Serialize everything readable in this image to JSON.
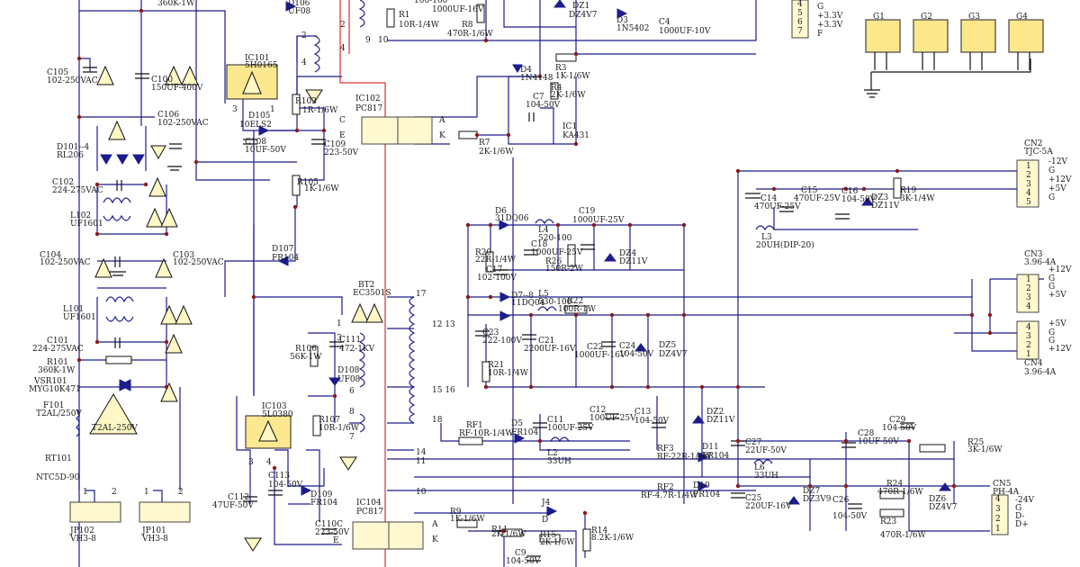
{
  "labels": [
    {
      "id": "r-360k-top",
      "text": "360K-1W"
    },
    {
      "id": "d106",
      "text": "D106"
    },
    {
      "id": "uf08-a",
      "text": "UF08"
    },
    {
      "id": "r1",
      "text": "R1"
    },
    {
      "id": "r1v",
      "text": "10R-1/4W"
    },
    {
      "id": "c100-top",
      "text": "100-100"
    },
    {
      "id": "c1000-top",
      "text": "1000UF-16V"
    },
    {
      "id": "r8",
      "text": "R8"
    },
    {
      "id": "r8v",
      "text": "470R-1/6W"
    },
    {
      "id": "dz1",
      "text": "DZ1"
    },
    {
      "id": "dz1v",
      "text": "DZ4V7"
    },
    {
      "id": "d3",
      "text": "D3"
    },
    {
      "id": "d3v",
      "text": "1N5402"
    },
    {
      "id": "c4",
      "text": "C4"
    },
    {
      "id": "c4v",
      "text": "1000UF-10V"
    },
    {
      "id": "p4",
      "text": "4"
    },
    {
      "id": "p5",
      "text": "5"
    },
    {
      "id": "p6",
      "text": "6"
    },
    {
      "id": "p7",
      "text": "7"
    },
    {
      "id": "p3",
      "text": "3"
    },
    {
      "id": "sg1",
      "text": "G"
    },
    {
      "id": "s33a",
      "text": "+3.3V"
    },
    {
      "id": "s33b",
      "text": "+3.3V"
    },
    {
      "id": "sf",
      "text": "F"
    },
    {
      "id": "g1",
      "text": "G1"
    },
    {
      "id": "g2",
      "text": "G2"
    },
    {
      "id": "g3",
      "text": "G3"
    },
    {
      "id": "g4",
      "text": "G4"
    },
    {
      "id": "c105",
      "text": "C105"
    },
    {
      "id": "c105v",
      "text": "102-250VAC"
    },
    {
      "id": "c100",
      "text": "C100"
    },
    {
      "id": "c100v",
      "text": "150UF-400V"
    },
    {
      "id": "ic101",
      "text": "IC101"
    },
    {
      "id": "ic101v",
      "text": "5H0165"
    },
    {
      "id": "t9",
      "text": "9"
    },
    {
      "id": "t10",
      "text": "10"
    },
    {
      "id": "t2",
      "text": "2"
    },
    {
      "id": "t4",
      "text": "4"
    },
    {
      "id": "d4",
      "text": "D4"
    },
    {
      "id": "d4v",
      "text": "1N4148"
    },
    {
      "id": "r3",
      "text": "R3"
    },
    {
      "id": "r3v",
      "text": "1K-1/6W"
    },
    {
      "id": "r4",
      "text": "R4"
    },
    {
      "id": "r4v",
      "text": "2K-1/6W"
    },
    {
      "id": "c7",
      "text": "C7"
    },
    {
      "id": "c7v",
      "text": "104-50V"
    },
    {
      "id": "ic1",
      "text": "IC1"
    },
    {
      "id": "ic1v",
      "text": "KA431"
    },
    {
      "id": "r7",
      "text": "R7"
    },
    {
      "id": "r7v",
      "text": "2K-1/6W"
    },
    {
      "id": "c106",
      "text": "C106"
    },
    {
      "id": "c106v",
      "text": "102-250VAC"
    },
    {
      "id": "d105",
      "text": "D105"
    },
    {
      "id": "d105v",
      "text": "10ELS2"
    },
    {
      "id": "r103",
      "text": "R103"
    },
    {
      "id": "r103v",
      "text": "1R-1/6W"
    },
    {
      "id": "ic102",
      "text": "IC102"
    },
    {
      "id": "ic102v",
      "text": "PC817"
    },
    {
      "id": "pc",
      "text": "C"
    },
    {
      "id": "pe",
      "text": "E"
    },
    {
      "id": "pa",
      "text": "A"
    },
    {
      "id": "pk",
      "text": "K"
    },
    {
      "id": "c108",
      "text": "C108"
    },
    {
      "id": "c108v",
      "text": "10UF-50V"
    },
    {
      "id": "c109",
      "text": "C109"
    },
    {
      "id": "c109v",
      "text": "223-50V"
    },
    {
      "id": "d101",
      "text": "D101--4"
    },
    {
      "id": "d101v",
      "text": "RL206"
    },
    {
      "id": "c102",
      "text": "C102"
    },
    {
      "id": "c102v",
      "text": "224-275VAC"
    },
    {
      "id": "r105",
      "text": "R105"
    },
    {
      "id": "r105v",
      "text": "1K-1/6W"
    },
    {
      "id": "cn2",
      "text": "CN2"
    },
    {
      "id": "cn2v",
      "text": "TJC-5A"
    },
    {
      "id": "cn2a",
      "text": "-12V"
    },
    {
      "id": "cn2b",
      "text": "G"
    },
    {
      "id": "cn2c",
      "text": "+12V"
    },
    {
      "id": "cn2d",
      "text": "+5V"
    },
    {
      "id": "cn2e",
      "text": "G"
    },
    {
      "id": "c14",
      "text": "C14"
    },
    {
      "id": "c14v",
      "text": "470UF-25V"
    },
    {
      "id": "c15",
      "text": "C15"
    },
    {
      "id": "c15v",
      "text": "470UF-25V"
    },
    {
      "id": "c16",
      "text": "C16"
    },
    {
      "id": "c16v",
      "text": "104-50V"
    },
    {
      "id": "dz3",
      "text": "DZ3"
    },
    {
      "id": "dz3v",
      "text": "DZ11V"
    },
    {
      "id": "r19",
      "text": "R19"
    },
    {
      "id": "r19v",
      "text": "3K-1/4W"
    },
    {
      "id": "l3",
      "text": "L3"
    },
    {
      "id": "l3v",
      "text": "20UH(DIP-20)"
    },
    {
      "id": "l102",
      "text": "L102"
    },
    {
      "id": "l102v",
      "text": "UF1601"
    },
    {
      "id": "d6",
      "text": "D6"
    },
    {
      "id": "d6v",
      "text": "31DQ06"
    },
    {
      "id": "l4",
      "text": "L4"
    },
    {
      "id": "l4v",
      "text": "520-100"
    },
    {
      "id": "c19",
      "text": "C19"
    },
    {
      "id": "c19v",
      "text": "1000UF-25V"
    },
    {
      "id": "r20",
      "text": "R20"
    },
    {
      "id": "r20v",
      "text": "22R-1/4W"
    },
    {
      "id": "c18",
      "text": "C18"
    },
    {
      "id": "c18v",
      "text": "1000UF-25V"
    },
    {
      "id": "r26",
      "text": "R26"
    },
    {
      "id": "r26v",
      "text": "150R-2W"
    },
    {
      "id": "dz4",
      "text": "DZ4"
    },
    {
      "id": "dz4v",
      "text": "DZ11V"
    },
    {
      "id": "c104",
      "text": "C104"
    },
    {
      "id": "c104v",
      "text": "102-250VAC"
    },
    {
      "id": "c103",
      "text": "C103"
    },
    {
      "id": "c103v",
      "text": "102-250VAC"
    },
    {
      "id": "d107",
      "text": "D107"
    },
    {
      "id": "d107v",
      "text": "FR104"
    },
    {
      "id": "c17",
      "text": "C17"
    },
    {
      "id": "c17v",
      "text": "102-100V"
    },
    {
      "id": "cn3",
      "text": "CN3"
    },
    {
      "id": "cn3v",
      "text": "3.96-4A"
    },
    {
      "id": "cn3a",
      "text": "+12V"
    },
    {
      "id": "cn3b",
      "text": "G"
    },
    {
      "id": "cn3c",
      "text": "G"
    },
    {
      "id": "cn3d",
      "text": "+5V"
    },
    {
      "id": "bt2",
      "text": "BT2"
    },
    {
      "id": "bt2v",
      "text": "EC3501S"
    },
    {
      "id": "n17",
      "text": "17"
    },
    {
      "id": "d78",
      "text": "D7--8"
    },
    {
      "id": "d78v",
      "text": "11DQ04"
    },
    {
      "id": "l5",
      "text": "L5"
    },
    {
      "id": "l5v",
      "text": "530-100"
    },
    {
      "id": "r22",
      "text": "R22"
    },
    {
      "id": "r22v",
      "text": "100R-1W"
    },
    {
      "id": "l101",
      "text": "L101"
    },
    {
      "id": "l101v",
      "text": "UF1601"
    },
    {
      "id": "n1213",
      "text": "12 13"
    },
    {
      "id": "c23",
      "text": "C23"
    },
    {
      "id": "c23v",
      "text": "222-100V"
    },
    {
      "id": "c21",
      "text": "C21"
    },
    {
      "id": "c21v",
      "text": "2200UF-16V"
    },
    {
      "id": "c22",
      "text": "C22"
    },
    {
      "id": "c22v",
      "text": "1000UF-16V"
    },
    {
      "id": "c24",
      "text": "C24"
    },
    {
      "id": "c24v",
      "text": "104-50V"
    },
    {
      "id": "dz5",
      "text": "DZ5"
    },
    {
      "id": "dz5v",
      "text": "DZ4V7"
    },
    {
      "id": "cn4a",
      "text": "+5V"
    },
    {
      "id": "cn4b",
      "text": "G"
    },
    {
      "id": "cn4c",
      "text": "G"
    },
    {
      "id": "cn4d",
      "text": "+12V"
    },
    {
      "id": "cn4",
      "text": "CN4"
    },
    {
      "id": "cn4v",
      "text": "3.96-4A"
    },
    {
      "id": "c101",
      "text": "C101"
    },
    {
      "id": "c101v",
      "text": "224-275VAC"
    },
    {
      "id": "c111",
      "text": "C111"
    },
    {
      "id": "c111v",
      "text": "472-1KV"
    },
    {
      "id": "r106",
      "text": "R106"
    },
    {
      "id": "r106v",
      "text": "56K-1W"
    },
    {
      "id": "d108",
      "text": "D108"
    },
    {
      "id": "uf08-b",
      "text": "UF08"
    },
    {
      "id": "r21",
      "text": "R21"
    },
    {
      "id": "r21v",
      "text": "10R-1/4W"
    },
    {
      "id": "r101",
      "text": "R101"
    },
    {
      "id": "r101v",
      "text": "360K-1W"
    },
    {
      "id": "vsr101",
      "text": "VSR101"
    },
    {
      "id": "vsr101v",
      "text": "MYG10K471"
    },
    {
      "id": "n1516",
      "text": "15 16"
    },
    {
      "id": "f101",
      "text": "F101"
    },
    {
      "id": "f101v",
      "text": "T2AL/250V"
    },
    {
      "id": "ic103",
      "text": "IC103"
    },
    {
      "id": "ic103v",
      "text": "5L0380"
    },
    {
      "id": "c12",
      "text": "C12"
    },
    {
      "id": "c12v",
      "text": "100UF-25V"
    },
    {
      "id": "c13",
      "text": "C13"
    },
    {
      "id": "c13v",
      "text": "104-50V"
    },
    {
      "id": "dz2",
      "text": "DZ2"
    },
    {
      "id": "dz2v",
      "text": "DZ11V"
    },
    {
      "id": "c29",
      "text": "C29"
    },
    {
      "id": "c29v",
      "text": "104-50V"
    },
    {
      "id": "n18",
      "text": "18"
    },
    {
      "id": "rf1",
      "text": "RF1"
    },
    {
      "id": "rf1v",
      "text": "RF-10R-1/4W"
    },
    {
      "id": "d5",
      "text": "D5"
    },
    {
      "id": "d5v",
      "text": "FR104"
    },
    {
      "id": "c11",
      "text": "C11"
    },
    {
      "id": "c11v",
      "text": "100UF-25V"
    },
    {
      "id": "d11",
      "text": "D11"
    },
    {
      "id": "d11v",
      "text": "FR104"
    },
    {
      "id": "c27",
      "text": "C27"
    },
    {
      "id": "c27v",
      "text": "22UF-50V"
    },
    {
      "id": "c28",
      "text": "C28"
    },
    {
      "id": "c28v",
      "text": "10UF-50V"
    },
    {
      "id": "r25",
      "text": "R25"
    },
    {
      "id": "r25v",
      "text": "3K-1/6W"
    },
    {
      "id": "fuse-sym",
      "text": "T2AL-250V"
    },
    {
      "id": "r107",
      "text": "R107"
    },
    {
      "id": "r107v",
      "text": "10R-1/6W"
    },
    {
      "id": "n14",
      "text": "14"
    },
    {
      "id": "l2",
      "text": "L2"
    },
    {
      "id": "l2v",
      "text": "33UH"
    },
    {
      "id": "rf3",
      "text": "RF3"
    },
    {
      "id": "rf3v",
      "text": "RF-22R-1/4W"
    },
    {
      "id": "l6",
      "text": "L6"
    },
    {
      "id": "l6v",
      "text": "33UH"
    },
    {
      "id": "n11",
      "text": "11"
    },
    {
      "id": "rt101",
      "text": "RT101"
    },
    {
      "id": "rt101v",
      "text": "NTC5D-90"
    },
    {
      "id": "c113",
      "text": "C113"
    },
    {
      "id": "c113v",
      "text": "104-50V"
    },
    {
      "id": "rf2",
      "text": "RF2"
    },
    {
      "id": "rf2v",
      "text": "RF-4.7R-1/4W"
    },
    {
      "id": "d10",
      "text": "D10"
    },
    {
      "id": "d10v",
      "text": "FR104"
    },
    {
      "id": "r24",
      "text": "R24"
    },
    {
      "id": "r24v",
      "text": "470R-1/6W"
    },
    {
      "id": "n10",
      "text": "10"
    },
    {
      "id": "d109",
      "text": "D109"
    },
    {
      "id": "d109v",
      "text": "FR104"
    },
    {
      "id": "c112",
      "text": "C112"
    },
    {
      "id": "c112v",
      "text": "47UF-50V"
    },
    {
      "id": "c25",
      "text": "C25"
    },
    {
      "id": "c25v",
      "text": "220UF-16V"
    },
    {
      "id": "dz7",
      "text": "DZ7"
    },
    {
      "id": "dz7v",
      "text": "DZ3V9"
    },
    {
      "id": "c26",
      "text": "C26"
    },
    {
      "id": "c26v",
      "text": "104-50V"
    },
    {
      "id": "dz6",
      "text": "DZ6"
    },
    {
      "id": "dz6v",
      "text": "DZ4V7"
    },
    {
      "id": "cn5",
      "text": "CN5"
    },
    {
      "id": "cn5v",
      "text": "PH-4A"
    },
    {
      "id": "cn5a",
      "text": "-24V"
    },
    {
      "id": "cn5b",
      "text": "G"
    },
    {
      "id": "cn5c",
      "text": "D-"
    },
    {
      "id": "cn5d",
      "text": "D+"
    },
    {
      "id": "ic104",
      "text": "IC104"
    },
    {
      "id": "ic104v",
      "text": "PC817"
    },
    {
      "id": "j4",
      "text": "J4"
    },
    {
      "id": "r9",
      "text": "R9"
    },
    {
      "id": "r9v",
      "text": "1K-1/6W"
    },
    {
      "id": "pa2",
      "text": "A"
    },
    {
      "id": "pd2",
      "text": "D"
    },
    {
      "id": "r23",
      "text": "R23"
    },
    {
      "id": "r23v",
      "text": "470R-1/6W"
    },
    {
      "id": "c110",
      "text": "C110C"
    },
    {
      "id": "c110v",
      "text": "223-50V"
    },
    {
      "id": "pe2",
      "text": "E"
    },
    {
      "id": "pk2",
      "text": "K"
    },
    {
      "id": "r11",
      "text": "R11"
    },
    {
      "id": "r11v",
      "text": "2K-1/6W"
    },
    {
      "id": "r15",
      "text": "R15"
    },
    {
      "id": "r15v",
      "text": "2K-1/6W"
    },
    {
      "id": "r14",
      "text": "R14"
    },
    {
      "id": "r14v",
      "text": "8.2K-1/6W"
    },
    {
      "id": "jp102",
      "text": "JP102"
    },
    {
      "id": "jp102v",
      "text": "VH3-8"
    },
    {
      "id": "jp101",
      "text": "JP101"
    },
    {
      "id": "jp101v",
      "text": "VH3-8"
    },
    {
      "id": "c9",
      "text": "C9"
    },
    {
      "id": "c9v",
      "text": "104-50V"
    },
    {
      "id": "cn5p1",
      "text": "1"
    },
    {
      "id": "cn5p2",
      "text": "2"
    },
    {
      "id": "cn5p3",
      "text": "3"
    },
    {
      "id": "cn5p4",
      "text": "4"
    },
    {
      "id": "cn2p1",
      "text": "1"
    },
    {
      "id": "cn2p2",
      "text": "2"
    },
    {
      "id": "cn2p3",
      "text": "3"
    },
    {
      "id": "cn2p4",
      "text": "4"
    },
    {
      "id": "cn2p5",
      "text": "5"
    },
    {
      "id": "cn3p1",
      "text": "1"
    },
    {
      "id": "cn3p2",
      "text": "2"
    },
    {
      "id": "cn3p3",
      "text": "3"
    },
    {
      "id": "cn3p4",
      "text": "4"
    },
    {
      "id": "cn4p4",
      "text": "4"
    },
    {
      "id": "cn4p3",
      "text": "3"
    },
    {
      "id": "cn4p2",
      "text": "2"
    },
    {
      "id": "cn4p1",
      "text": "1"
    },
    {
      "id": "t1",
      "text": "1"
    },
    {
      "id": "t3",
      "text": "3"
    },
    {
      "id": "t6",
      "text": "6"
    },
    {
      "id": "t8",
      "text": "8"
    },
    {
      "id": "t7",
      "text": "7"
    },
    {
      "id": "pin3a",
      "text": "3"
    },
    {
      "id": "pin1a",
      "text": "1"
    },
    {
      "id": "pin3b",
      "text": "3"
    },
    {
      "id": "pin4b",
      "text": "4"
    },
    {
      "id": "p1a",
      "text": "1"
    },
    {
      "id": "p2a",
      "text": "2"
    },
    {
      "id": "p1b",
      "text": "1"
    },
    {
      "id": "p2b",
      "text": "2"
    },
    {
      "id": "t2b",
      "text": "2"
    },
    {
      "id": "t4b",
      "text": "4"
    }
  ]
}
